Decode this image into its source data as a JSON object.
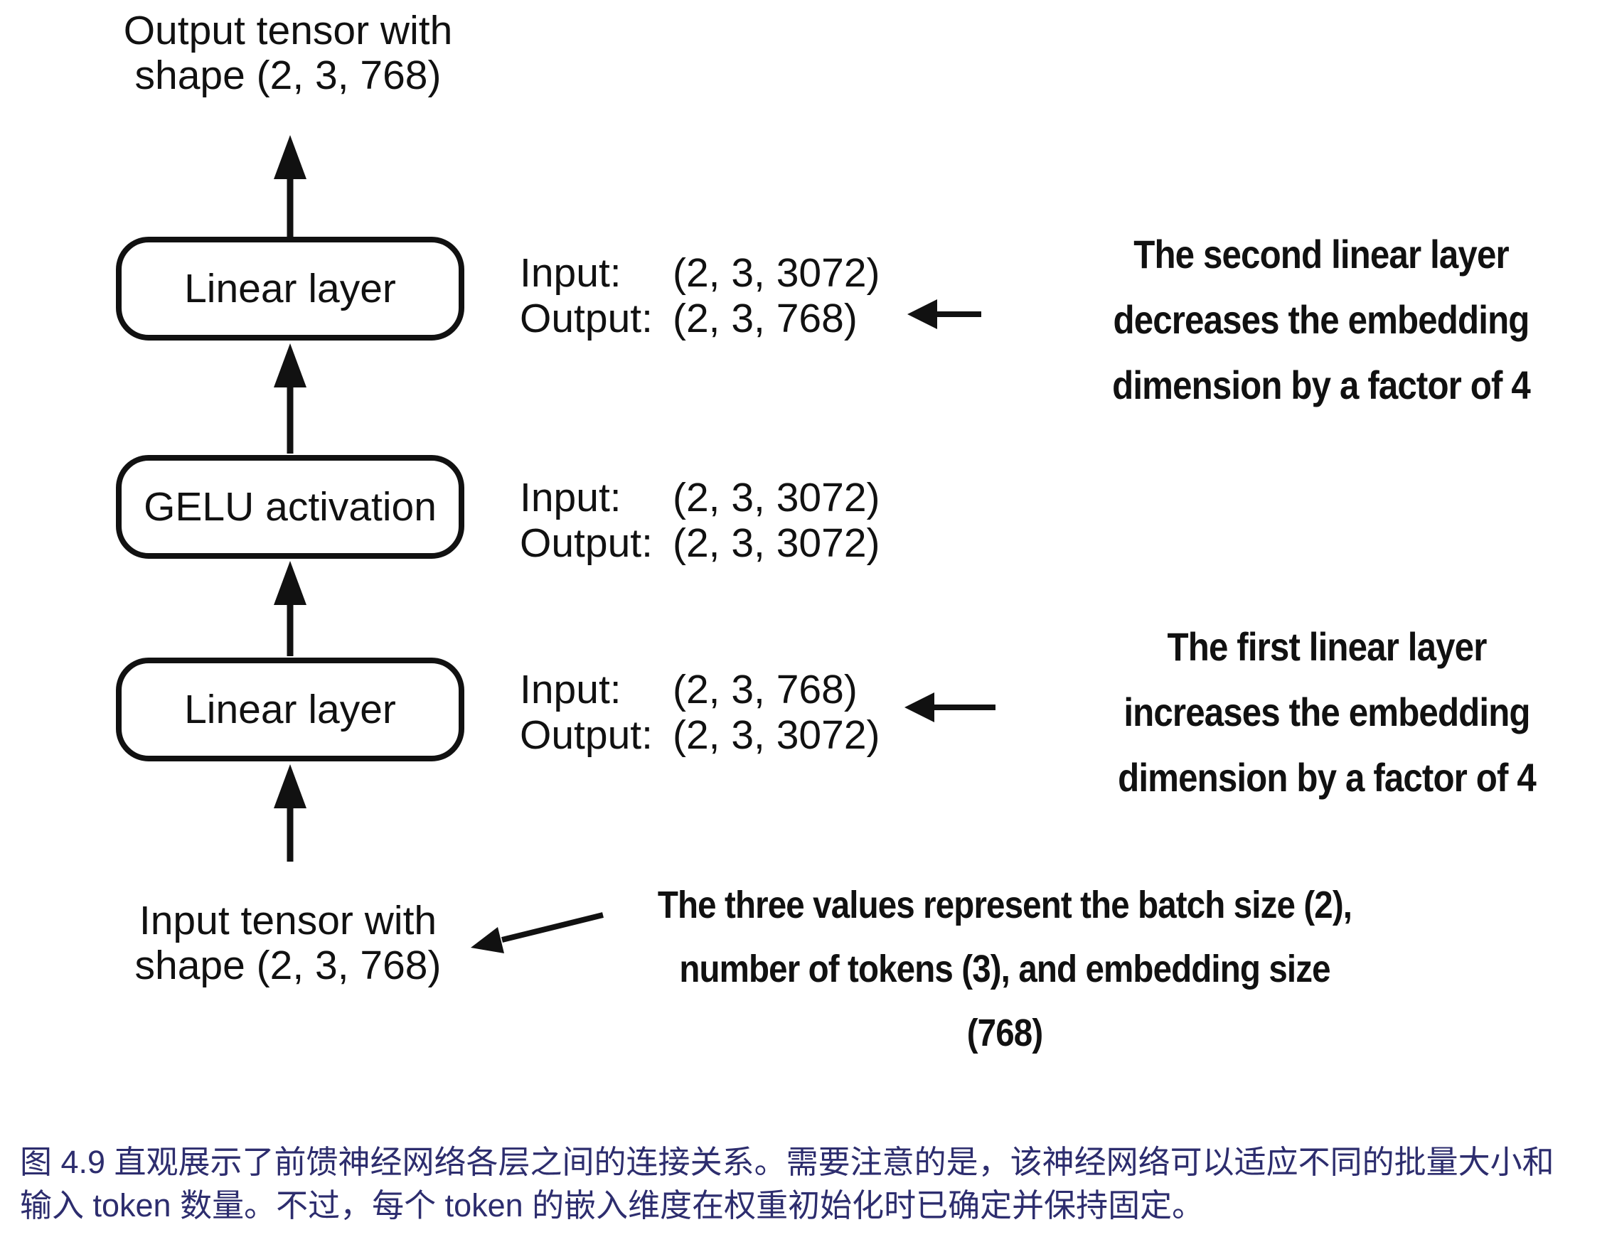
{
  "diagram": {
    "output_label": {
      "line1": "Output tensor with",
      "line2": "shape (2, 3, 768)"
    },
    "input_label": {
      "line1": "Input tensor with",
      "line2": "shape (2, 3, 768)"
    },
    "boxes": [
      {
        "label": "Linear layer",
        "io": {
          "input_label": "Input:",
          "input_value": "(2, 3, 3072)",
          "output_label": "Output:",
          "output_value": "(2, 3, 768)"
        }
      },
      {
        "label": "GELU activation",
        "io": {
          "input_label": "Input:",
          "input_value": "(2, 3, 3072)",
          "output_label": "Output:",
          "output_value": "(2, 3, 3072)"
        }
      },
      {
        "label": "Linear layer",
        "io": {
          "input_label": "Input:",
          "input_value": "(2, 3, 768)",
          "output_label": "Output:",
          "output_value": "(2, 3, 3072)"
        }
      }
    ],
    "annotations": [
      {
        "lines": [
          "The second linear layer",
          "decreases the embedding",
          "dimension by a factor of 4"
        ]
      },
      {
        "lines": [
          "The first linear layer",
          "increases the embedding",
          "dimension by a factor of 4"
        ]
      },
      {
        "lines": [
          "The three values represent the batch size (2),",
          "number of tokens (3), and embedding size",
          "(768)"
        ]
      }
    ],
    "tensor_shapes": {
      "batch_size": 2,
      "num_tokens": 3,
      "embedding_size": 768,
      "hidden_size": 3072
    }
  },
  "caption": {
    "line1": "图 4.9 直观展示了前馈神经网络各层之间的连接关系。需要注意的是，该神经网络可以适应不同的批量大小和",
    "line2": "输入 token 数量。不过，每个 token 的嵌入维度在权重初始化时已确定并保持固定。"
  },
  "colors": {
    "ink": "#111111",
    "caption": "#2d2d6e",
    "background": "#ffffff"
  }
}
